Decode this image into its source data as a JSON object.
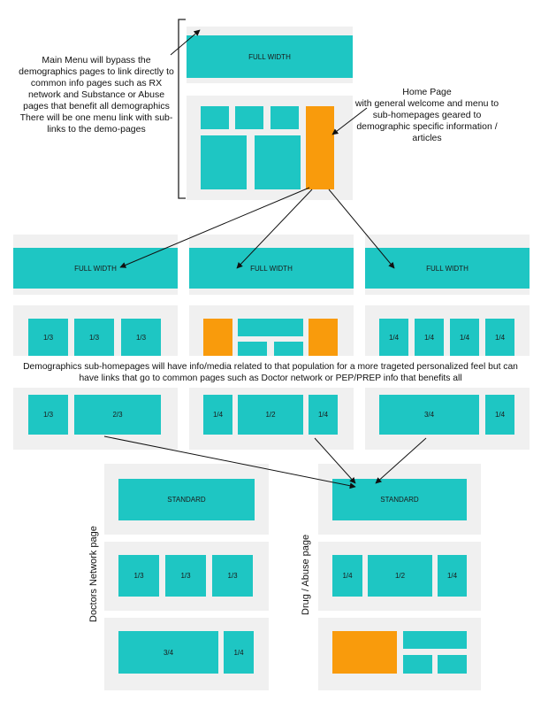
{
  "notes": {
    "main_menu": "Main Menu will bypass the demographics pages to link directly to common info pages such as RX network and Substance or Abuse pages that benefit all demographics\nThere will be one menu link with sub-links to the demo-pages",
    "home_page": "Home Page\nwith general welcome and menu to sub-homepages geared to demographic specific information / articles",
    "demographics": "Demographics sub-homepages will have info/media related to that population for a more trageted personalized feel but can have links that go to common pages such as Doctor network or PEP/PREP info that benefits all"
  },
  "home": {
    "header_label": "FULL WIDTH"
  },
  "subpages": {
    "left": {
      "header_label": "FULL WIDTH",
      "row1": [
        "1/3",
        "1/3",
        "1/3"
      ],
      "row2": [
        "1/3",
        "2/3"
      ]
    },
    "middle": {
      "header_label": "FULL WIDTH",
      "row2": [
        "1/4",
        "1/2",
        "1/4"
      ]
    },
    "right": {
      "header_label": "FULL WIDTH",
      "row1": [
        "1/4",
        "1/4",
        "1/4",
        "1/4"
      ],
      "row2": [
        "3/4",
        "1/4"
      ]
    }
  },
  "doctors_page": {
    "title": "Doctors Network page",
    "header_label": "STANDARD",
    "row1": [
      "1/3",
      "1/3",
      "1/3"
    ],
    "row2": [
      "3/4",
      "1/4"
    ]
  },
  "drug_page": {
    "title": "Drug / Abuse page",
    "header_label": "STANDARD",
    "row1": [
      "1/4",
      "1/2",
      "1/4"
    ]
  },
  "colors": {
    "teal": "#1ec6c3",
    "orange": "#f99b0c",
    "panel": "#f0f0f0"
  }
}
